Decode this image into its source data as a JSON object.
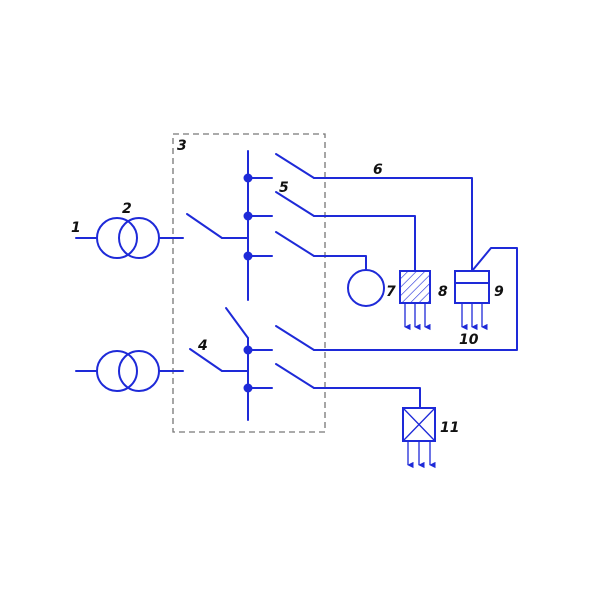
{
  "labels": {
    "l1": "1",
    "l2": "2",
    "l3": "3",
    "l4": "4",
    "l5": "5",
    "l6": "6",
    "l7": "7",
    "l8": "8",
    "l9": "9",
    "l10": "10",
    "l11": "11"
  },
  "colors": {
    "wire": "#1e2ad8",
    "frame": "#777777",
    "label": "#111111"
  }
}
